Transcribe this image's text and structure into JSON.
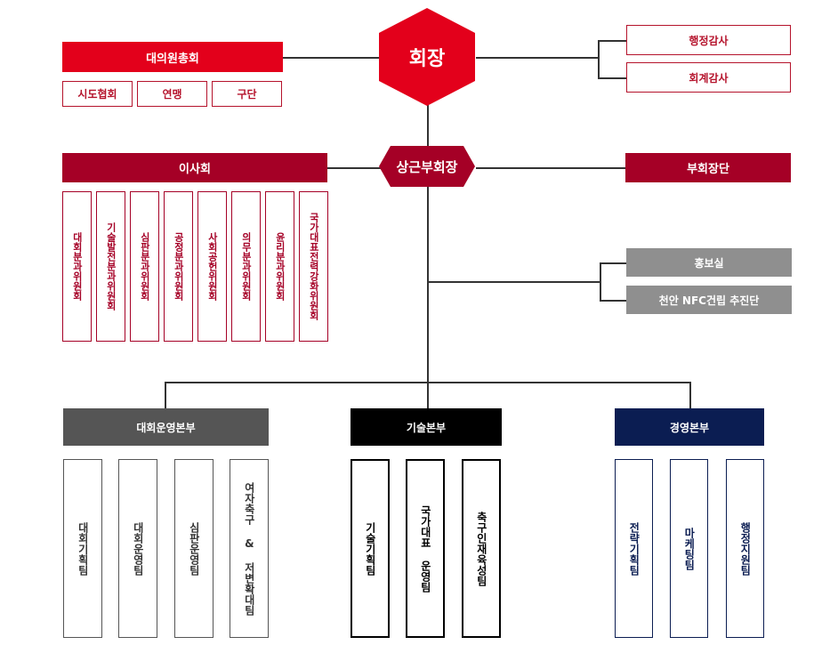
{
  "president": "회장",
  "vice_president": "상근부회장",
  "general_assembly": "대의원총회",
  "assembly_members": [
    "시도협회",
    "연맹",
    "구단"
  ],
  "audits": [
    "행정감사",
    "회계감사"
  ],
  "board": "이사회",
  "vp_group": "부회장단",
  "committees": [
    "대회분과위원회",
    "기술발전분과위원회",
    "심판분과위원회",
    "공정분과위원회",
    "사회공헌위원회",
    "의무분과위원회",
    "윤리분과위원회",
    "국가대표전력강화위원회"
  ],
  "staff_units": [
    "홍보실",
    "천안 NFC건립 추진단"
  ],
  "divisions": [
    {
      "name": "대회운영본부",
      "teams": [
        "대회기획팀",
        "대회운영팀",
        "심판운영팀",
        "여자축구 & 저변확대팀"
      ]
    },
    {
      "name": "기술본부",
      "teams": [
        "기술기획팀",
        "국가대표 운영팀",
        "축구인재육성팀"
      ]
    },
    {
      "name": "경영본부",
      "teams": [
        "전략기획팀",
        "마케팅팀",
        "행정지원팀"
      ]
    }
  ],
  "colors": {
    "red": "#e3001b",
    "dark_red": "#a50026",
    "gray": "#8f8f8f",
    "charcoal": "#555555",
    "black": "#000000",
    "navy": "#0b1d52"
  }
}
